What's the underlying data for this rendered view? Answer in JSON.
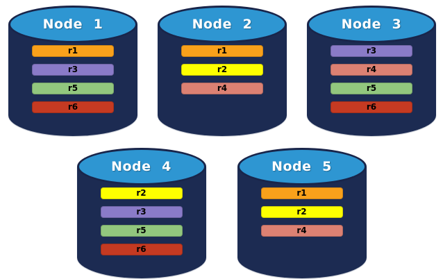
{
  "diagram": {
    "background": "#FFFFFF",
    "cylinder": {
      "body_color": "#1C2B52",
      "top_color": "#2E96D2",
      "outline_color": "#19254A",
      "title_color": "#FFFFFF",
      "bar_text_color": "#000000"
    },
    "replica_colors": {
      "r1": "#F9A11B",
      "r2": "#FDFF00",
      "r3": "#8A7BC8",
      "r4": "#DC8173",
      "r5": "#92C77E",
      "r6": "#C53A22"
    },
    "nodes": [
      {
        "id": "node-1",
        "label": "Node 1",
        "replicas": [
          "r1",
          "r3",
          "r5",
          "r6"
        ]
      },
      {
        "id": "node-2",
        "label": "Node 2",
        "replicas": [
          "r1",
          "r2",
          "r4"
        ]
      },
      {
        "id": "node-3",
        "label": "Node 3",
        "replicas": [
          "r3",
          "r4",
          "r5",
          "r6"
        ]
      },
      {
        "id": "node-4",
        "label": "Node 4",
        "replicas": [
          "r2",
          "r3",
          "r5",
          "r6"
        ]
      },
      {
        "id": "node-5",
        "label": "Node 5",
        "replicas": [
          "r1",
          "r2",
          "r4"
        ]
      }
    ],
    "rows": [
      [
        "node-1",
        "node-2",
        "node-3"
      ],
      [
        "node-4",
        "node-5"
      ]
    ]
  }
}
